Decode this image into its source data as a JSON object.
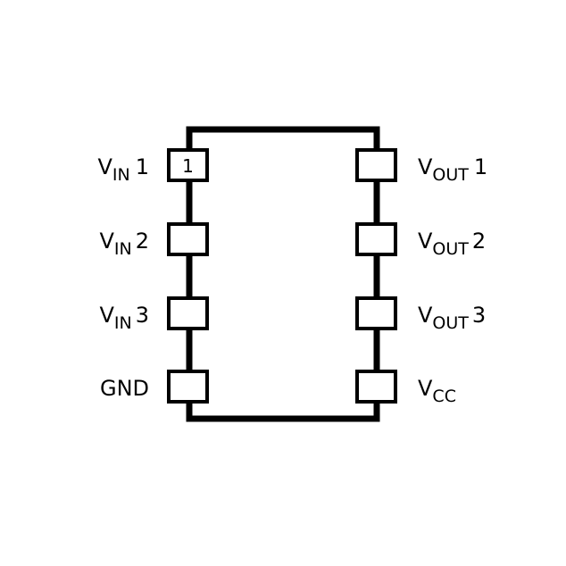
{
  "pin1_marker": "1",
  "left_pins": [
    {
      "base": "V",
      "sub": "IN",
      "suffix": "1"
    },
    {
      "base": "V",
      "sub": "IN",
      "suffix": "2"
    },
    {
      "base": "V",
      "sub": "IN",
      "suffix": "3"
    },
    {
      "base": "GND",
      "sub": "",
      "suffix": ""
    }
  ],
  "right_pins": [
    {
      "base": "V",
      "sub": "OUT",
      "suffix": "1"
    },
    {
      "base": "V",
      "sub": "OUT",
      "suffix": "2"
    },
    {
      "base": "V",
      "sub": "OUT",
      "suffix": "3"
    },
    {
      "base": "V",
      "sub": "CC",
      "suffix": ""
    }
  ]
}
